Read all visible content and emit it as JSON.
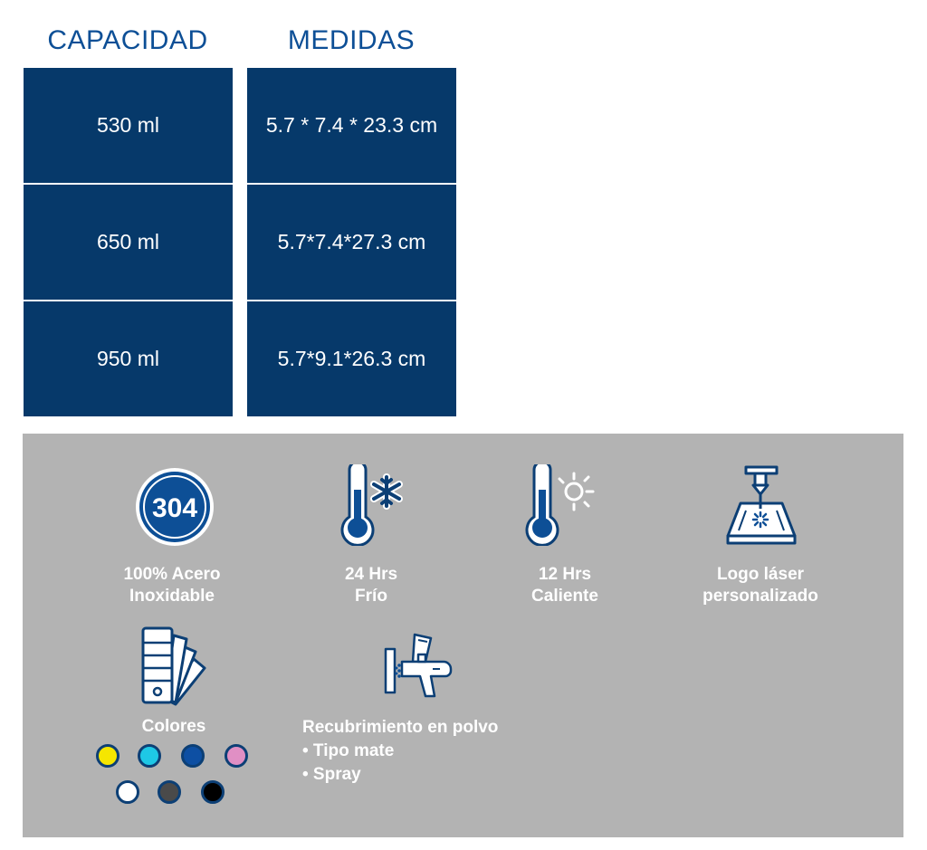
{
  "table": {
    "headers": {
      "capacity": "CAPACIDAD",
      "measures": "MEDIDAS"
    },
    "rows": [
      {
        "capacity": "530 ml",
        "measures": "5.7 * 7.4 * 23.3 cm"
      },
      {
        "capacity": "650 ml",
        "measures": "5.7*7.4*27.3 cm"
      },
      {
        "capacity": "950 ml",
        "measures": "5.7*9.1*26.3 cm"
      }
    ]
  },
  "features": [
    {
      "icon": "steel-304-badge-icon",
      "badge_text": "304",
      "line1": "100% Acero",
      "line2": "Inoxidable"
    },
    {
      "icon": "thermometer-cold-icon",
      "line1": "24 Hrs",
      "line2": "Frío"
    },
    {
      "icon": "thermometer-hot-icon",
      "line1": "12 Hrs",
      "line2": "Caliente"
    },
    {
      "icon": "laser-engraving-icon",
      "line1": "Logo láser",
      "line2": "personalizado"
    }
  ],
  "colors_feature": {
    "icon": "color-swatch-fan-icon",
    "label": "Colores",
    "swatches": [
      "#f5e600",
      "#1ec8e6",
      "#0d4fa3",
      "#e08fc4",
      "#ffffff",
      "#4a4a4a",
      "#000000"
    ]
  },
  "powder_feature": {
    "icon": "spray-gun-icon",
    "title": "Recubrimiento en polvo",
    "items": [
      "• Tipo mate",
      "• Spray"
    ]
  },
  "palette": {
    "navy": "#06396a",
    "blue": "#0d4f96",
    "gray_panel": "#b3b3b3",
    "icon_blue": "#0c3f75"
  }
}
